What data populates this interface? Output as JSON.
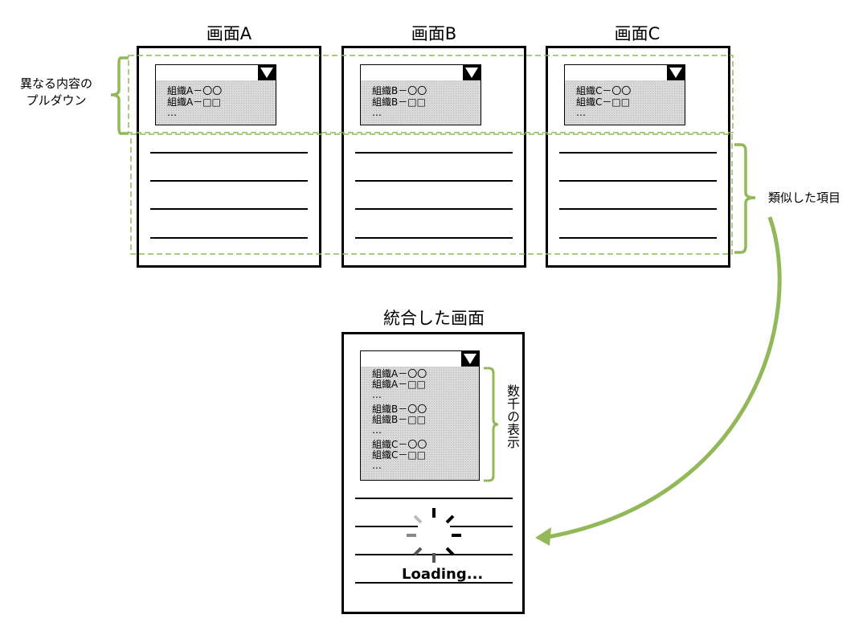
{
  "screens": [
    {
      "title": "画面A",
      "items": [
        "組織A－〇〇",
        "組織A－□□",
        "…"
      ]
    },
    {
      "title": "画面B",
      "items": [
        "組織B－〇〇",
        "組織B－□□",
        "…"
      ]
    },
    {
      "title": "画面C",
      "items": [
        "組織C－〇〇",
        "組織C－□□",
        "…"
      ]
    }
  ],
  "annotations": {
    "different_pulldown": "異なる内容のプルダウン",
    "different_pulldown_line1": "異なる内容の",
    "different_pulldown_line2": "プルダウン",
    "similar_items": "類似した項目",
    "thousands_display": "数千の表示"
  },
  "merged": {
    "title": "統合した画面",
    "items": [
      "組織A－〇〇",
      "組織A－□□",
      "…",
      "組織B－〇〇",
      "組織B－□□",
      "…",
      "組織C－〇〇",
      "組織C－□□",
      "…"
    ],
    "loading": "Loading..."
  },
  "colors": {
    "accent_green": "#92b85a",
    "dropdown_bg": "#d9d9d9",
    "border": "#000000"
  },
  "icons": [
    "dropdown-arrow-icon",
    "loading-spinner-icon",
    "curved-arrow-icon"
  ]
}
